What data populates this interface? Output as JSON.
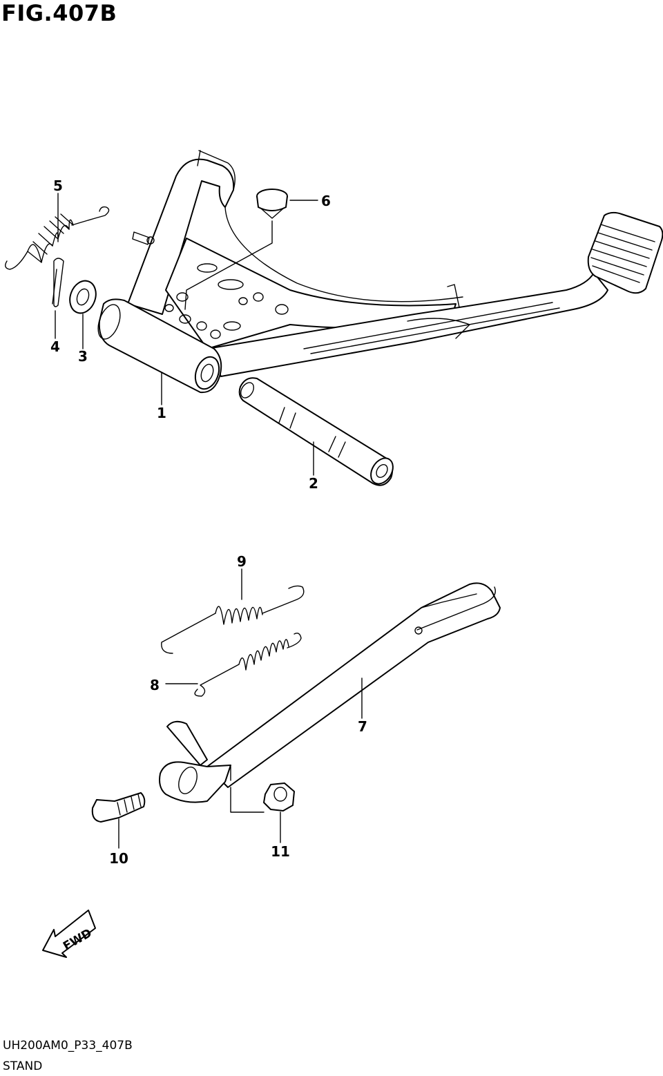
{
  "figure": {
    "title": "FIG.407B",
    "code": "UH200AM0_P33_407B",
    "name": "STAND"
  },
  "callouts": [
    "1",
    "2",
    "3",
    "4",
    "5",
    "6",
    "7",
    "8",
    "9",
    "10",
    "11"
  ],
  "fwd_label": "FWD"
}
